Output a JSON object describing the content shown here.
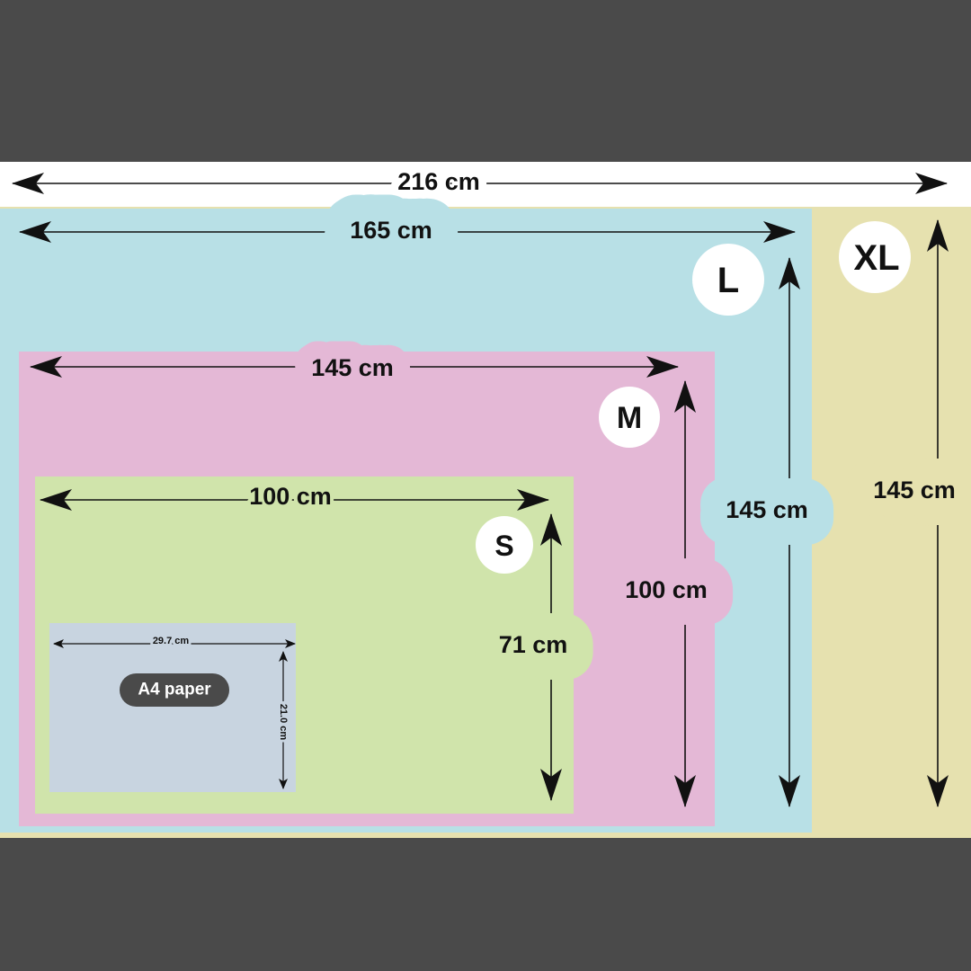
{
  "sizes": {
    "xl": {
      "badge": "XL",
      "width": "216 cm",
      "height": "145 cm",
      "color": "#e6e1af"
    },
    "l": {
      "badge": "L",
      "width": "165 cm",
      "height": "145 cm",
      "color": "#b8e0e6"
    },
    "m": {
      "badge": "M",
      "width": "145 cm",
      "height": "100 cm",
      "color": "#e4b8d6"
    },
    "s": {
      "badge": "S",
      "width": "100 cm",
      "height": "71 cm",
      "color": "#d0e4ab"
    },
    "a4": {
      "label": "A4 paper",
      "width": "29.7 cm",
      "height": "21.0 cm",
      "color": "#c8d4e0"
    }
  },
  "colors": {
    "background": "#4a4a4a",
    "top_band": "#ffffff"
  }
}
